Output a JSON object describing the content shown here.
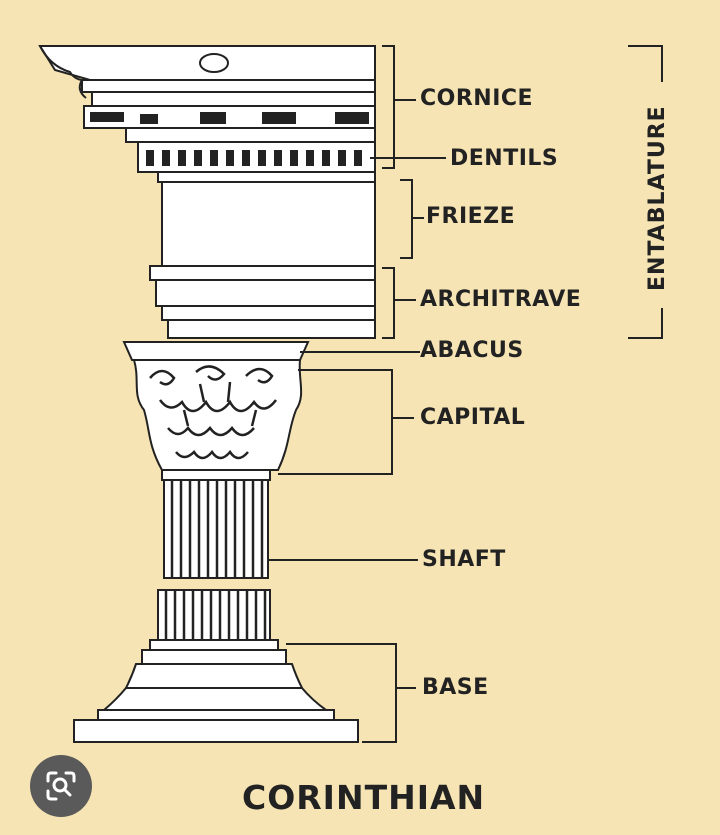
{
  "title": "CORINTHIAN",
  "group_label": "ENTABLATURE",
  "labels": {
    "cornice": "CORNICE",
    "dentils": "DENTILS",
    "frieze": "FRIEZE",
    "architrave": "ARCHITRAVE",
    "abacus": "ABACUS",
    "capital": "CAPITAL",
    "shaft": "SHAFT",
    "base": "BASE"
  },
  "colors": {
    "background": "#f6e4b4",
    "ink": "#222222",
    "stone": "#ffffff",
    "lens_button": "#5a5a5a"
  },
  "icons": {
    "lens_button": "visual-search-icon"
  }
}
